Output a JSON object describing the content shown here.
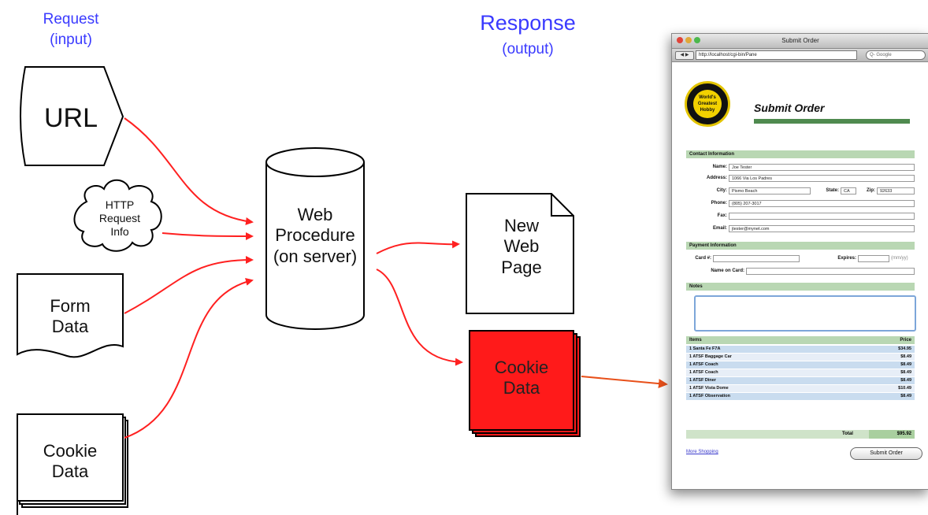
{
  "labels": {
    "request_title": "Request",
    "request_sub": "(input)",
    "response_title": "Response",
    "response_sub": "(output)"
  },
  "nodes": {
    "url": "URL",
    "http_info": [
      "HTTP",
      "Request",
      "Info"
    ],
    "form_data": [
      "Form",
      "Data"
    ],
    "cookie_in": [
      "Cookie",
      "Data"
    ],
    "procedure": [
      "Web",
      "Procedure",
      "(on server)"
    ],
    "new_page": [
      "New",
      "Web",
      "Page"
    ],
    "cookie_out": [
      "Cookie",
      "Data"
    ]
  },
  "colors": {
    "label_blue": "#3a3aff",
    "arrow_red": "#ff2020",
    "cookie_red": "#ff1a1a",
    "pointer_orange": "#e8501a"
  },
  "browser": {
    "window_title": "Submit Order",
    "back_fwd": "◀ ▶",
    "url": "http://localhost/cgi-bin/Pane",
    "search_placeholder": "Q- Google",
    "logo_text": "World's Greatest Hobby",
    "page_title": "Submit Order",
    "contact_section": "Contact Information",
    "fields": {
      "name_label": "Name:",
      "name_value": "Joe Tester",
      "address_label": "Address:",
      "address_value": "1066 Via Los Padres",
      "city_label": "City:",
      "city_value": "Pismo Beach",
      "state_label": "State:",
      "state_value": "CA",
      "zip_label": "Zip:",
      "zip_value": "92633",
      "phone_label": "Phone:",
      "phone_value": "(805) 207-3017",
      "fax_label": "Fax:",
      "fax_value": "",
      "email_label": "Email:",
      "email_value": "jtester@mynet.com"
    },
    "payment_section": "Payment Information",
    "card_label": "Card #:",
    "expires_label": "Expires:",
    "expires_hint": "(mm/yy)",
    "name_on_card_label": "Name on Card:",
    "notes_section": "Notes",
    "table_header_item": "Items",
    "table_header_price": "Price",
    "items": [
      {
        "item": "1 Santa Fe F7A",
        "price": "$34.95"
      },
      {
        "item": "1 ATSF Baggage Car",
        "price": "$8.49"
      },
      {
        "item": "1 ATSF Coach",
        "price": "$8.49"
      },
      {
        "item": "1 ATSF Coach",
        "price": "$8.49"
      },
      {
        "item": "1 ATSF Diner",
        "price": "$8.49"
      },
      {
        "item": "1 ATSF Vista Dome",
        "price": "$10.49"
      },
      {
        "item": "1 ATSF Observation",
        "price": "$8.49"
      }
    ],
    "total_label": "Total",
    "total_value": "$95.92",
    "more_shopping": "More Shopping",
    "submit_button": "Submit Order"
  }
}
